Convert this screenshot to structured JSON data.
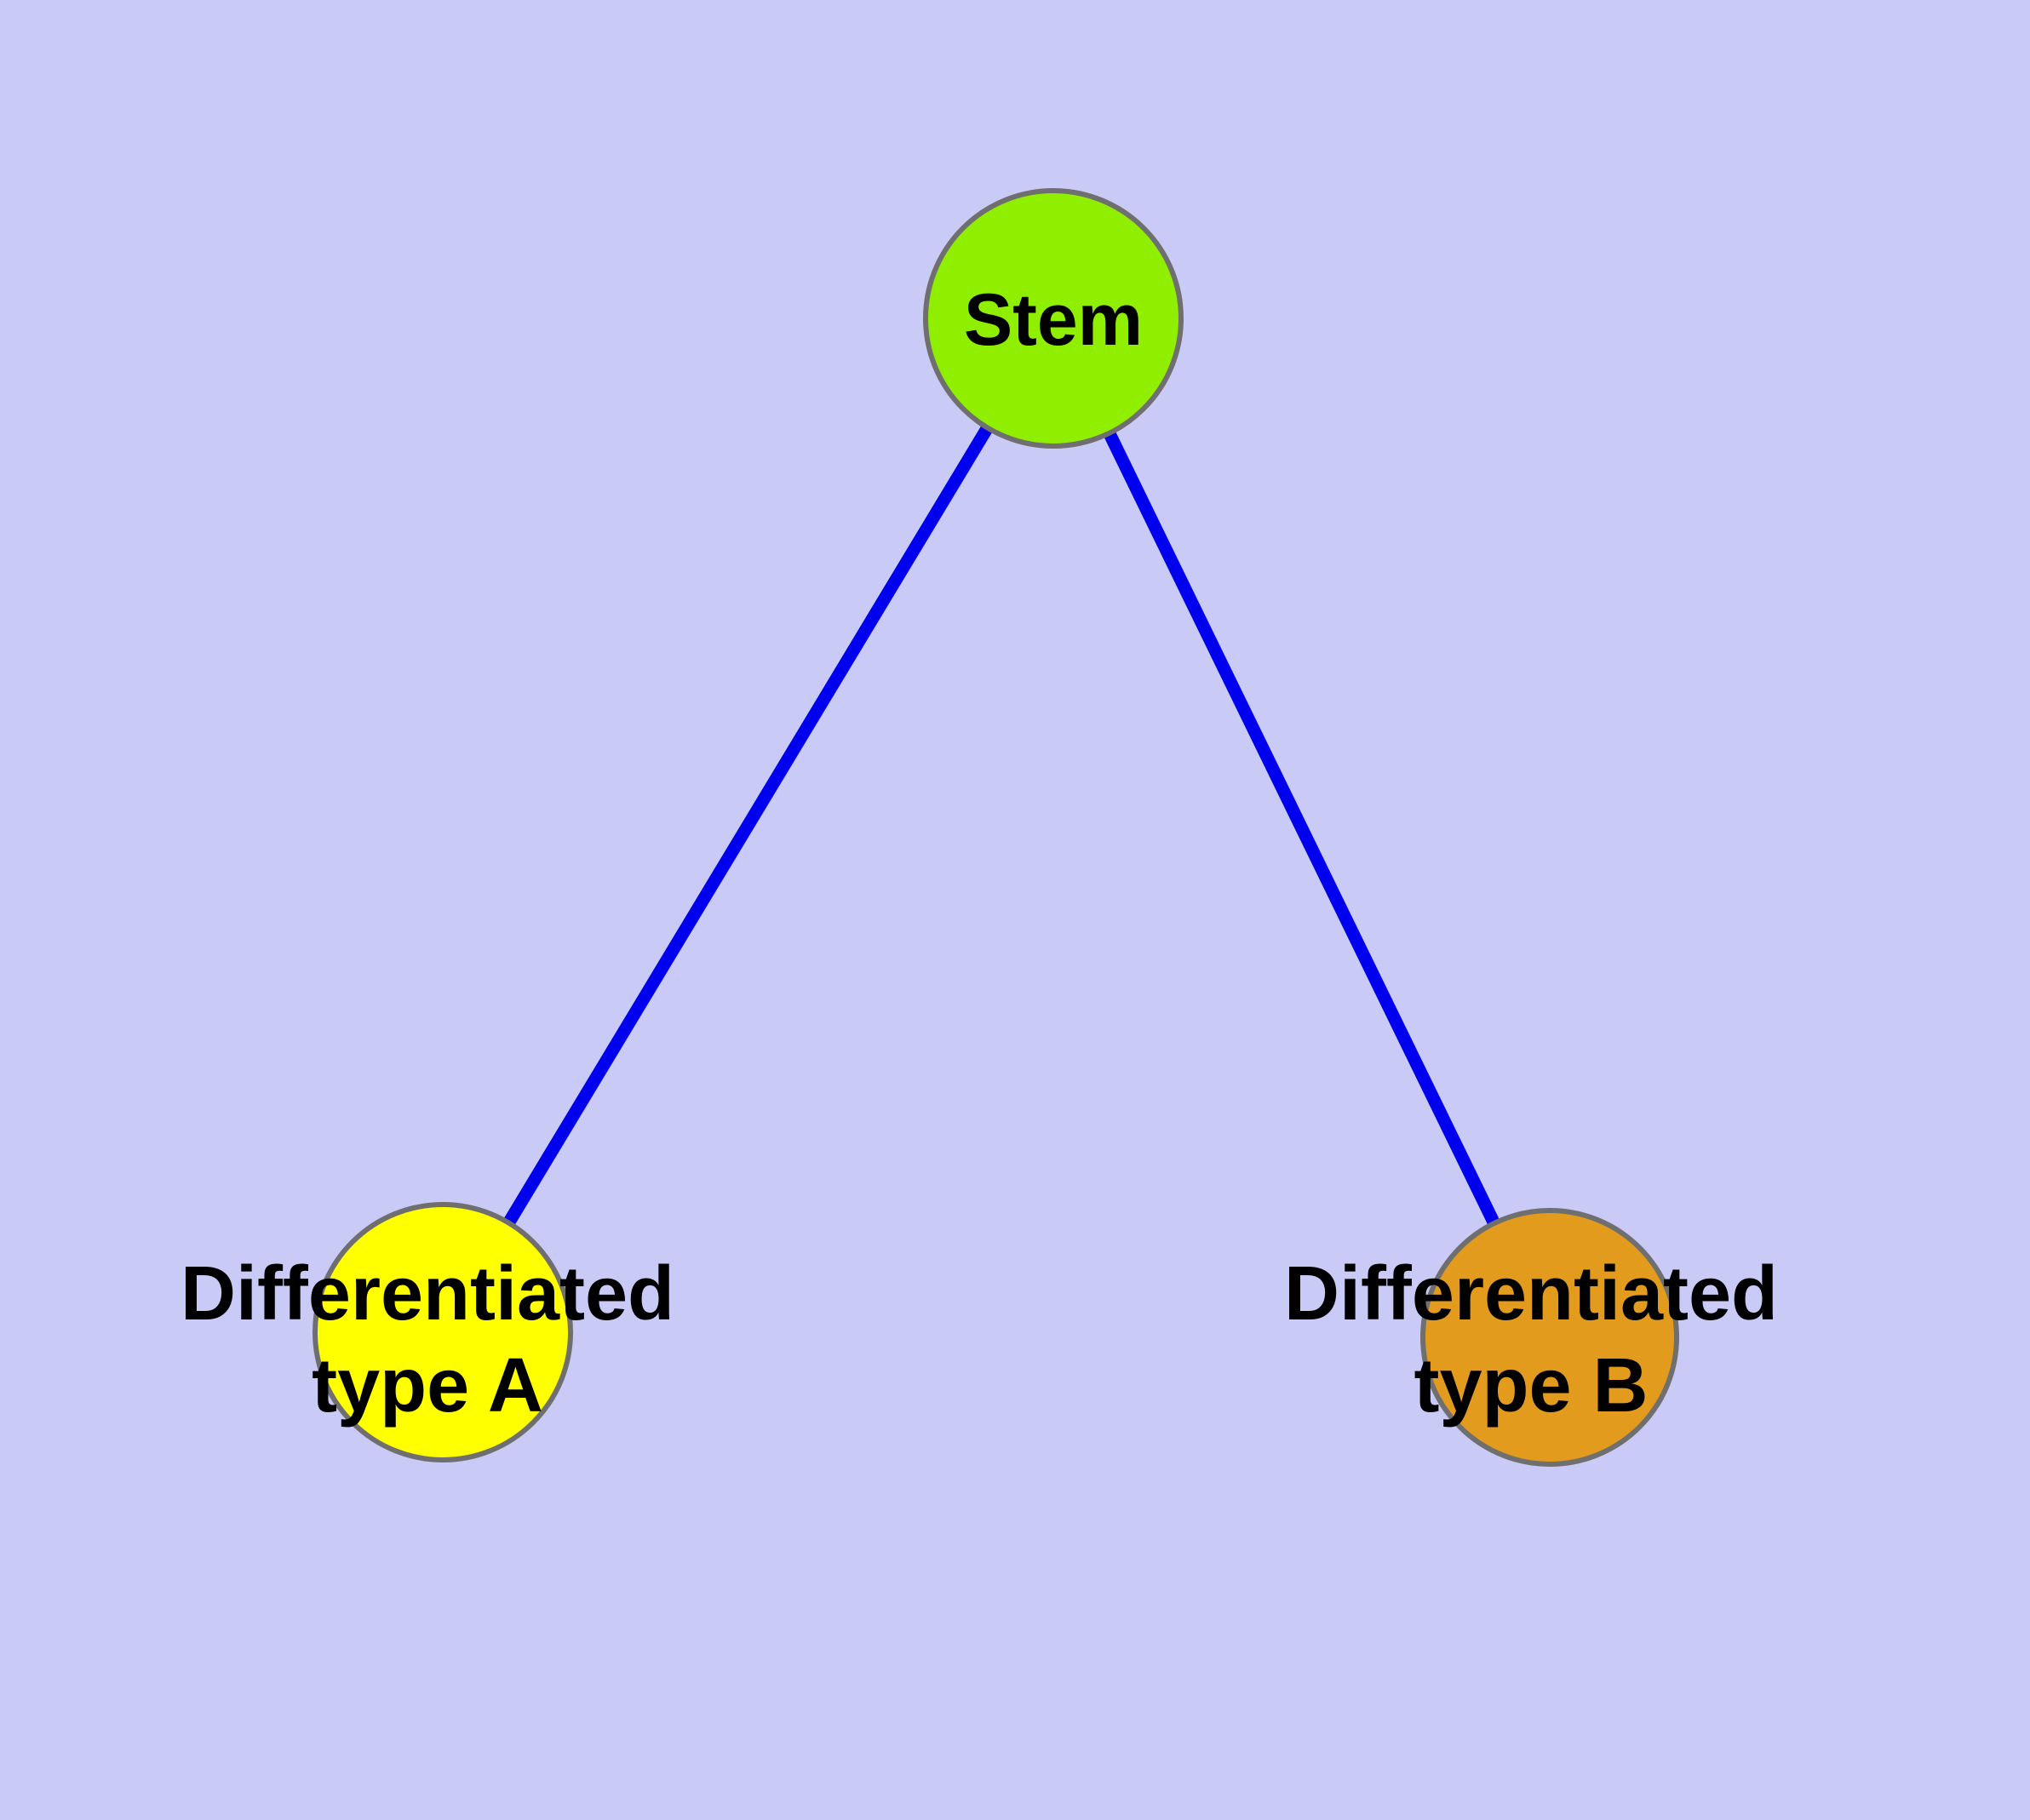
{
  "diagram": {
    "type": "node-link-graph",
    "colors": {
      "background": "#CACAF7",
      "edge": "#0000EE",
      "node_border": "#6F6F6F",
      "label_text": "#000000",
      "stem_fill": "#90EE00",
      "type_a_fill": "#FFFF00",
      "type_b_fill": "#E39B1E"
    },
    "nodes": {
      "stem": {
        "label": "Stem",
        "fill": "#90EE00"
      },
      "type_a": {
        "label": "Differentiated type A",
        "label_line1": "Differentiated",
        "label_line2": "type A",
        "fill": "#FFFF00"
      },
      "type_b": {
        "label": "Differentiated type B",
        "label_line1": "Differentiated",
        "label_line2": "type B",
        "fill": "#E39B1E"
      }
    },
    "edges": [
      {
        "from": "Stem",
        "to": "Differentiated type A"
      },
      {
        "from": "Stem",
        "to": "Differentiated type B"
      }
    ]
  }
}
